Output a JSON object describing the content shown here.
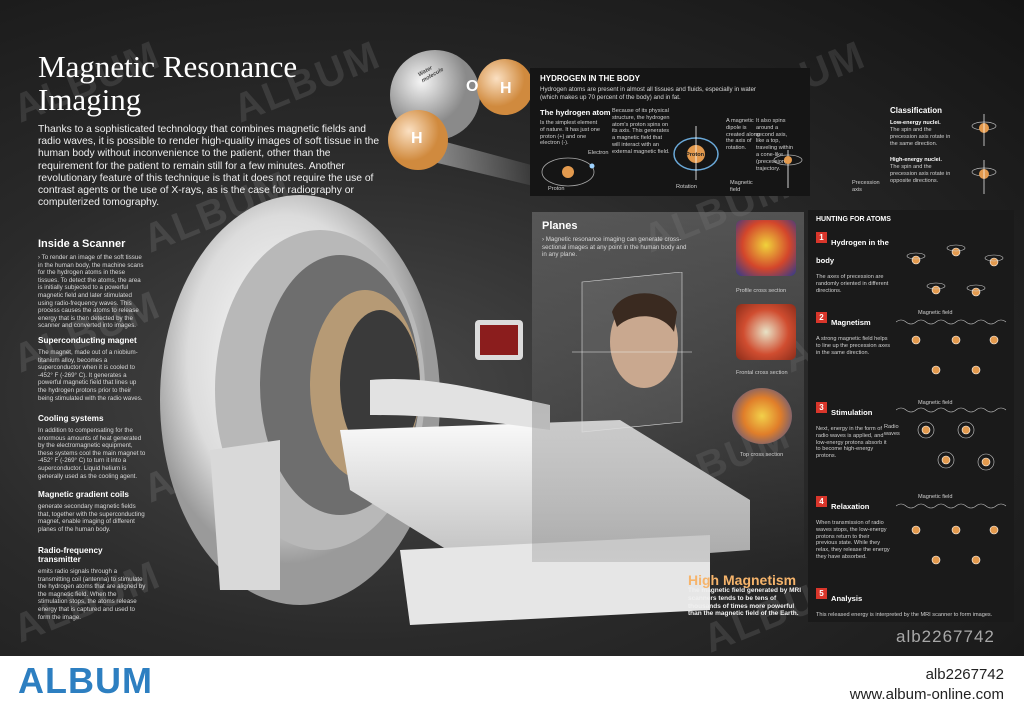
{
  "title": "Magnetic Resonance Imaging",
  "intro": "Thanks to a sophisticated technology that combines magnetic fields and radio waves, it is possible to render high-quality images of soft tissue in the human body without inconvenience to the patient, other than the requirement for the patient to remain still for a few minutes. Another revolutionary feature of this technique is that it does not require the use of contrast agents or the use of X-rays, as is the case for radiography or computerized tomography.",
  "molecule": {
    "label": "Water molecule",
    "o": "O",
    "h1": "H",
    "h2": "H"
  },
  "hydrogen": {
    "heading": "HYDROGEN IN THE BODY",
    "text": "Hydrogen atoms are present in almost all tissues and fluids, especially in water (which makes up 70 percent of the body) and in fat.",
    "atom_title": "The hydrogen atom",
    "atom_text": "Is the simplest element of nature. It has just one proton (+) and one electron (-).",
    "electron": "Electron",
    "proton": "Proton",
    "spin_text": "Because of its physical structure, the hydrogen atom's proton spins on its axis. This generates a magnetic field that will interact with an external magnetic field.",
    "dipole_text": "A magnetic dipole is created along the axis of rotation.",
    "proton_label": "Proton",
    "rotation": "Rotation",
    "mag_field": "Magnetic field",
    "second_axis": "It also spins around a second axis, like a top, traveling within a cone-like (precession) trajectory.",
    "precession_axis": "Precession axis"
  },
  "classification": {
    "title": "Classification",
    "low": "Low-energy nuclei.",
    "low_text": "The spin and the precession axis rotate in the same direction.",
    "high": "High-energy nuclei.",
    "high_text": "The spin and the precession axis rotate in opposite directions."
  },
  "scanner": {
    "title": "Inside a Scanner",
    "text": "› To render an image of the soft tissue in the human body, the machine scans for the hydrogen atoms in these tissues. To detect the atoms, the area is initially subjected to a powerful magnetic field and later stimulated using radio-frequency waves. This process causes the atoms to release energy that is then detected by the scanner and converted into images.",
    "magnet_title": "Superconducting magnet",
    "magnet_text": "The magnet, made out of a niobium-titanium alloy, becomes a superconductor when it is cooled to -452° F (-269° C). It generates a powerful magnetic field that lines up the hydrogen protons prior to their being stimulated with the radio waves.",
    "cooling_title": "Cooling systems",
    "cooling_text": "In addition to compensating for the enormous amounts of heat generated by the electromagnetic equipment, these systems cool the main magnet to -452° F (-269° C) to turn it into a superconductor. Liquid helium is generally used as the cooling agent.",
    "gradient_title": "Magnetic gradient coils",
    "gradient_text": "generate secondary magnetic fields that, together with the superconducting magnet, enable imaging of different planes of the human body.",
    "rf_title": "Radio-frequency transmitter",
    "rf_text": "emits radio signals through a transmitting coil (antenna) to stimulate the hydrogen atoms that are aligned by the magnetic field. When the stimulation stops, the atoms release energy that is captured and used to form the image."
  },
  "planes": {
    "title": "Planes",
    "text": "› Magnetic resonance imaging can generate cross-sectional images at any point in the human body and in any plane.",
    "profile": "Profile cross section",
    "frontal": "Frontal cross section",
    "top": "Top cross section"
  },
  "hunting": {
    "title": "HUNTING FOR ATOMS",
    "steps": [
      {
        "num": "1",
        "title": "Hydrogen in the body",
        "text": "The axes of precession are randomly oriented in different directions."
      },
      {
        "num": "2",
        "title": "Magnetism",
        "text": "A strong magnetic field helps to line up the precession axes in the same direction."
      },
      {
        "num": "3",
        "title": "Stimulation",
        "text": "Next, energy in the form of radio waves is applied, and low-energy protons absorb it to become high-energy protons."
      },
      {
        "num": "4",
        "title": "Relaxation",
        "text": "When transmission of radio waves stops, the low-energy protons return to their previous state. While they relax, they release the energy they have absorbed."
      },
      {
        "num": "5",
        "title": "Analysis",
        "text": "This released energy is interpreted by the MRI scanner to form images."
      }
    ],
    "magnetic_field": "Magnetic field",
    "radio_waves": "Radio waves"
  },
  "high_magnetism": {
    "title": "High Magnetism",
    "text": "The magnetic field generated by MRI scanners tends to be tens of thousands of times more powerful than the magnetic field of the Earth."
  },
  "poster_id": "alb2267742",
  "footer": {
    "logo": "ALBUM",
    "id": "alb2267742",
    "url": "www.album-online.com"
  },
  "watermark": "ALBUM",
  "colors": {
    "accent_red": "#d9362b",
    "orange": "#f6b46b",
    "brand_blue": "#2d7fc1"
  }
}
